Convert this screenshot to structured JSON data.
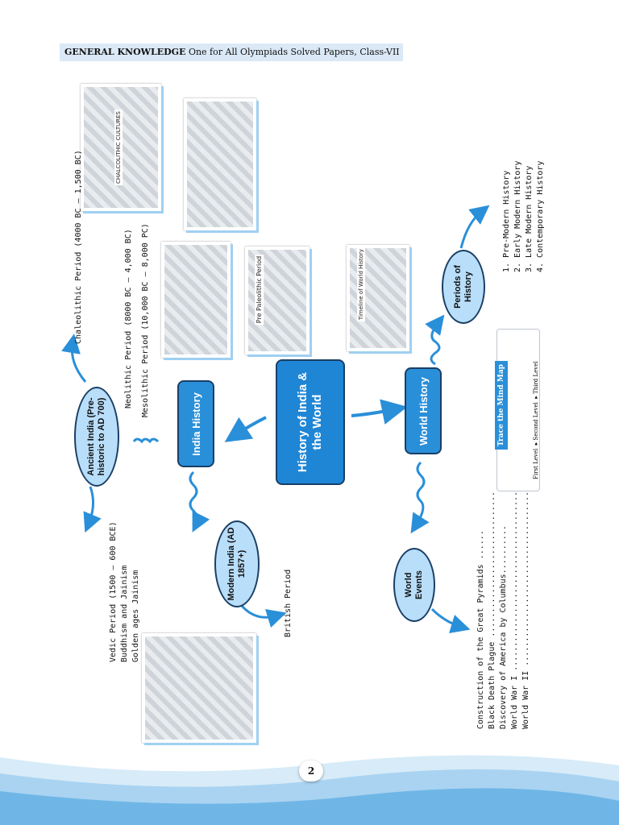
{
  "header": {
    "bold": "GENERAL KNOWLEDGE",
    "rest": "One for All Olympiads Solved Papers, Class-VII"
  },
  "center": {
    "title": "History of India & the World"
  },
  "india": {
    "label": "India History"
  },
  "world": {
    "label": "World History"
  },
  "ancient": {
    "label": "Ancient India (Pre-historic to AD 700)"
  },
  "modern": {
    "label": "Modern India (AD 1857+)"
  },
  "periods": {
    "label": "Periods of History"
  },
  "events": {
    "label": "World Events"
  },
  "chalcolithic": "Chaleolithic Period (4000 BC – 1,500 BC)",
  "neolithic": "Neolithic Period (8000 BC – 4,000 BC)",
  "mesolithic": "Mesolithic Period (10,000 BC – 8,000 PC)",
  "vedic": [
    "Vedic Period (1500 – 600 BCE)",
    "Buddhism and Jainism",
    "Golden ages Jainism"
  ],
  "british": "British Period",
  "periods_list": [
    "1. Pre-Modern History",
    "2. Early Modern History",
    "3. Late Modern History",
    "4. Contemporary History"
  ],
  "events_list": [
    "Construction of the Great Pyramids ......",
    "Black Death Plague ..............................",
    "Discovery of America by Columbus..........",
    "World War I ........................................",
    "World War II ......................................."
  ],
  "photos": {
    "chalcolithic_caption": "CHALCOLITHIC CULTURES",
    "paleolithic_caption": "Pre Paleolithic Period",
    "timeline_caption": "Timeline of World History"
  },
  "legend": {
    "title": "Trace the Mind Map",
    "first": "First Level",
    "second": "Second Level",
    "third": "Third Level"
  },
  "page_number": "2",
  "colors": {
    "accent": "#2a8fd9",
    "bubble": "#b9defa",
    "outline": "#1a3f66"
  }
}
